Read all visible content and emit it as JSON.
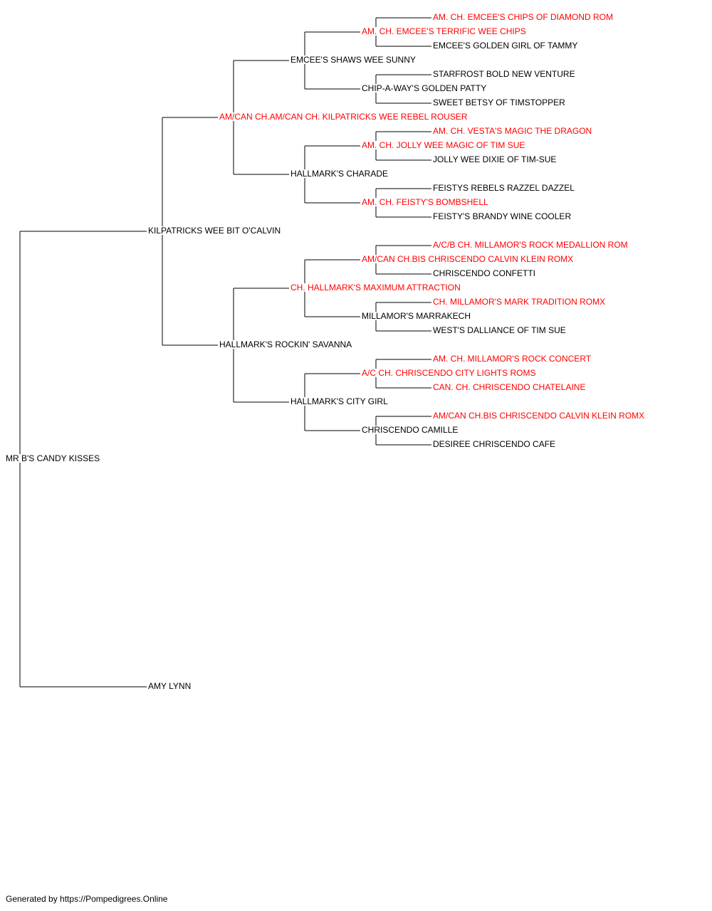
{
  "colors": {
    "champion": "#ff0000",
    "normal": "#000000",
    "line": "#000000"
  },
  "pedigree": {
    "name": "MR B'S CANDY KISSES",
    "champion": false,
    "sire": {
      "name": "KILPATRICKS WEE BIT O'CALVIN",
      "champion": false,
      "sire": {
        "name": "AM/CAN CH.AM/CAN CH. KILPATRICKS WEE REBEL ROUSER",
        "champion": true,
        "sire": {
          "name": "EMCEE'S SHAWS WEE SUNNY",
          "champion": false,
          "sire": {
            "name": "AM. CH. EMCEE'S TERRIFIC WEE CHIPS",
            "champion": true,
            "sire": {
              "name": "AM. CH. EMCEE'S CHIPS OF DIAMOND ROM",
              "champion": true
            },
            "dam": {
              "name": "EMCEE'S GOLDEN GIRL OF TAMMY",
              "champion": false
            }
          },
          "dam": {
            "name": "CHIP-A-WAY'S GOLDEN PATTY",
            "champion": false,
            "sire": {
              "name": "STARFROST BOLD NEW VENTURE",
              "champion": false
            },
            "dam": {
              "name": "SWEET BETSY OF TIMSTOPPER",
              "champion": false
            }
          }
        },
        "dam": {
          "name": "HALLMARK'S CHARADE",
          "champion": false,
          "sire": {
            "name": "AM. CH. JOLLY WEE MAGIC OF TIM SUE",
            "champion": true,
            "sire": {
              "name": "AM. CH. VESTA'S MAGIC THE DRAGON",
              "champion": true
            },
            "dam": {
              "name": "JOLLY WEE DIXIE OF TIM-SUE",
              "champion": false
            }
          },
          "dam": {
            "name": "AM. CH. FEISTY'S BOMBSHELL",
            "champion": true,
            "sire": {
              "name": "FEISTYS REBELS RAZZEL DAZZEL",
              "champion": false
            },
            "dam": {
              "name": "FEISTY'S BRANDY WINE COOLER",
              "champion": false
            }
          }
        }
      },
      "dam": {
        "name": "HALLMARK'S ROCKIN' SAVANNA",
        "champion": false,
        "sire": {
          "name": "CH. HALLMARK'S MAXIMUM ATTRACTION",
          "champion": true,
          "sire": {
            "name": "AM/CAN CH.BIS CHRISCENDO CALVIN KLEIN ROMX",
            "champion": true,
            "sire": {
              "name": "A/C/B CH. MILLAMOR'S ROCK MEDALLION ROM",
              "champion": true
            },
            "dam": {
              "name": "CHRISCENDO CONFETTI",
              "champion": false
            }
          },
          "dam": {
            "name": "MILLAMOR'S MARRAKECH",
            "champion": false,
            "sire": {
              "name": "CH. MILLAMOR'S MARK TRADITION ROMX",
              "champion": true
            },
            "dam": {
              "name": "WEST'S DALLIANCE OF TIM SUE",
              "champion": false
            }
          }
        },
        "dam": {
          "name": "HALLMARK'S CITY GIRL",
          "champion": false,
          "sire": {
            "name": "A/C CH. CHRISCENDO CITY LIGHTS ROMS",
            "champion": true,
            "sire": {
              "name": "AM. CH. MILLAMOR'S ROCK CONCERT",
              "champion": true
            },
            "dam": {
              "name": "CAN. CH. CHRISCENDO CHATELAINE",
              "champion": true
            }
          },
          "dam": {
            "name": "CHRISCENDO CAMILLE",
            "champion": false,
            "sire": {
              "name": "AM/CAN CH.BIS CHRISCENDO CALVIN KLEIN ROMX",
              "champion": true
            },
            "dam": {
              "name": "DESIREE CHRISCENDO CAFE",
              "champion": false
            }
          }
        }
      }
    },
    "dam": {
      "name": "AMY LYNN",
      "champion": false
    }
  },
  "footer": "Generated by https://Pompedigrees.Online"
}
